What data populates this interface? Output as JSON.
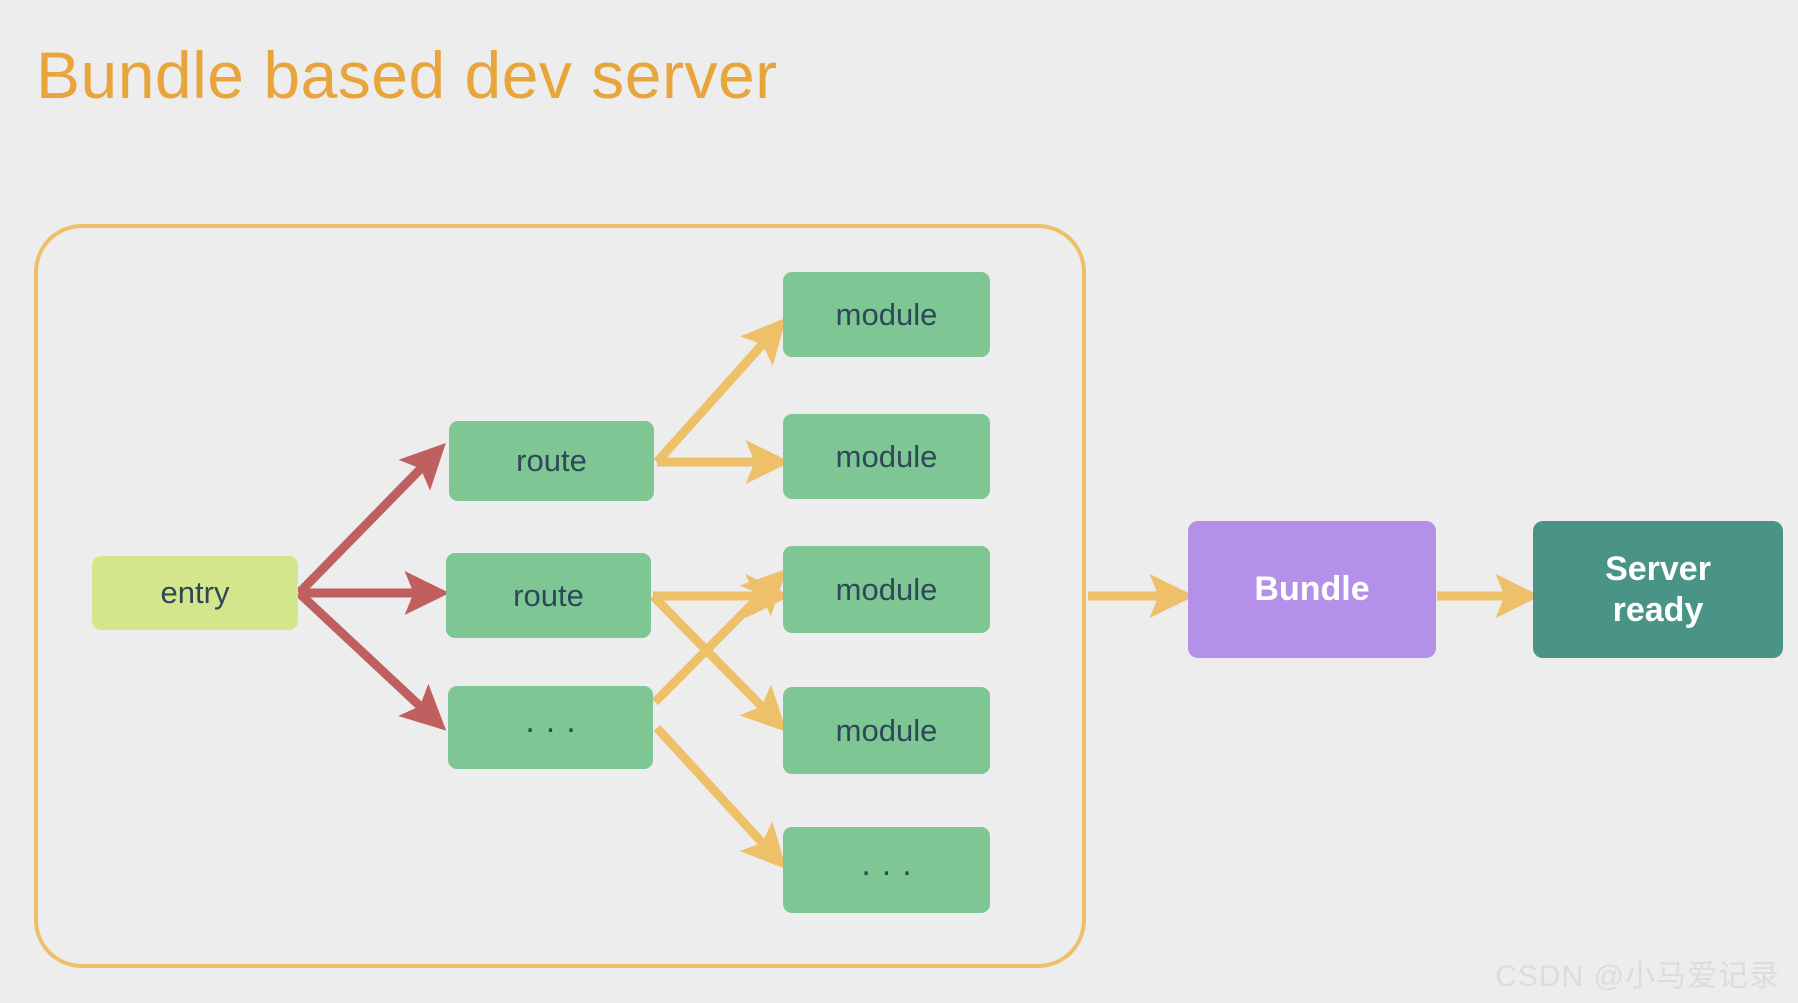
{
  "title": "Bundle based dev server",
  "colors": {
    "background": "#ededed",
    "title": "#e8a53c",
    "container_border": "#eec069",
    "entry_fill": "#d3e68c",
    "green_fill": "#7ec795",
    "node_text": "#2f4858",
    "bundle_fill": "#b490e8",
    "server_fill": "#4a9487",
    "red_arrow": "#c05f5f",
    "yellow_arrow": "#eec069",
    "watermark": "#dcdcdc"
  },
  "diagram": {
    "container_label": "bundler-scope",
    "entry": {
      "label": "entry"
    },
    "routes": [
      {
        "label": "route"
      },
      {
        "label": "route"
      },
      {
        "label": "..."
      }
    ],
    "modules": [
      {
        "label": "module"
      },
      {
        "label": "module"
      },
      {
        "label": "module"
      },
      {
        "label": "module"
      },
      {
        "label": "..."
      }
    ],
    "bundle": {
      "label": "Bundle"
    },
    "server": {
      "label": "Server\nready"
    },
    "edges": [
      {
        "from": "entry",
        "to": "route-1",
        "color": "red"
      },
      {
        "from": "entry",
        "to": "route-2",
        "color": "red"
      },
      {
        "from": "entry",
        "to": "route-3",
        "color": "red"
      },
      {
        "from": "route-1",
        "to": "module-1",
        "color": "yellow"
      },
      {
        "from": "route-1",
        "to": "module-2",
        "color": "yellow"
      },
      {
        "from": "route-2",
        "to": "module-3",
        "color": "yellow"
      },
      {
        "from": "route-2",
        "to": "module-4",
        "color": "yellow"
      },
      {
        "from": "route-3",
        "to": "module-3",
        "color": "yellow"
      },
      {
        "from": "route-3",
        "to": "module-5",
        "color": "yellow"
      },
      {
        "from": "bundler-scope",
        "to": "bundle",
        "color": "yellow"
      },
      {
        "from": "bundle",
        "to": "server",
        "color": "yellow"
      }
    ]
  },
  "watermark": "CSDN @小马爱记录"
}
